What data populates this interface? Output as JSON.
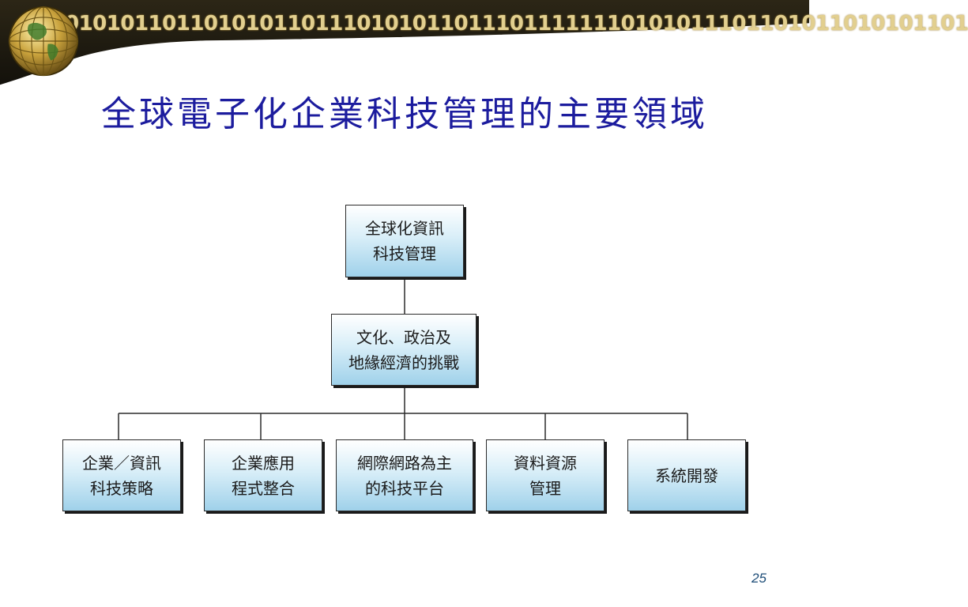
{
  "banner": {
    "binary_text": "01010110110101011011101010110111011111110101011101101011010101101"
  },
  "title": "全球電子化企業科技管理的主要領域",
  "diagram": {
    "root": "全球化資訊\n科技管理",
    "level2": "文化、政治及\n地緣經濟的挑戰",
    "children": [
      "企業／資訊\n科技策略",
      "企業應用\n程式整合",
      "網際網路為主\n的科技平台",
      "資料資源\n管理",
      "系統開發"
    ]
  },
  "page_number": "25",
  "colors": {
    "title": "#1c1c9e",
    "node_fill_top": "#ffffff",
    "node_fill_bottom": "#9fd1ea",
    "banner_dark": "#1f1a10",
    "binary_gold": "#e2cf8f"
  }
}
